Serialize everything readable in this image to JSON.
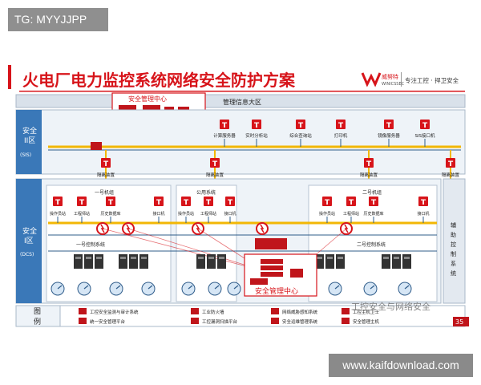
{
  "tag_label": "TG: MYYJJPP",
  "footer_watermark": "www.kaifdownload.com",
  "slide": {
    "title": "火电厂电力监控系统网络安全防护方案",
    "brand_name": "威努特",
    "brand_sub": "WINICSSEC",
    "slogan": "专注工控 · 捍卫安全",
    "mgmt_zone": "管理信息大区",
    "zone_ii_name": "安全\nII区",
    "zone_ii_sub": "(SIS)",
    "zone_i_name": "安全\nI区",
    "zone_i_sub": "(DCS)",
    "sec_center": "安全管理中心",
    "aux_system": "辅助控制系统",
    "ii_nodes": [
      "计算服务器",
      "实时分析站",
      "综合查询站",
      "打印机",
      "镜像服务器",
      "SIS接口机"
    ],
    "isolation": [
      "隔离装置",
      "隔离装置",
      "隔离装置",
      "隔离装置"
    ],
    "unit1": "一号机组",
    "unit2": "二号机组",
    "public": "公用系统",
    "unit1_nodes": [
      "操作员站",
      "工程师站",
      "历史数据库",
      "接口机"
    ],
    "public_nodes": [
      "操作员站",
      "工程师站",
      "接口机"
    ],
    "unit2_nodes": [
      "操作员站",
      "工程师站",
      "历史数据库",
      "接口机"
    ],
    "control_system_1": "一号控制系统",
    "control_system_2": "二号控制系统",
    "legend_title": "图例",
    "legend_items": [
      "工控安全监测与审计系统",
      "统一安全管理平台",
      "工业防火墙",
      "工控漏洞扫描平台",
      "网络威胁感知系统",
      "安全运维管理系统",
      "工控主机卫士",
      "安全管理主机"
    ],
    "overlay_text": "工控安全与网络安全",
    "page_number": "35"
  },
  "colors": {
    "accent": "#d7141a",
    "bus": "#f2b705",
    "line": "#2f5c8a"
  }
}
